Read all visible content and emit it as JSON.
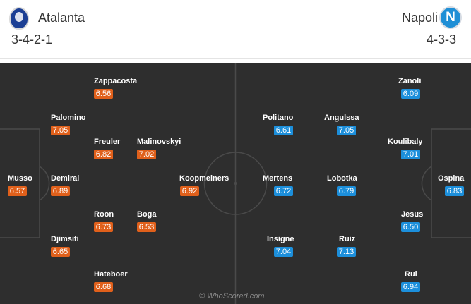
{
  "home": {
    "name": "Atalanta",
    "formation": "3-4-2-1",
    "crest_icon": "atalanta-crest-icon",
    "color": "#e0601b",
    "players": [
      {
        "name": "Musso",
        "rating": "6.57"
      },
      {
        "name": "Palomino",
        "rating": "7.05"
      },
      {
        "name": "Demiral",
        "rating": "6.89"
      },
      {
        "name": "Djimsiti",
        "rating": "6.65"
      },
      {
        "name": "Zappacosta",
        "rating": "6.56"
      },
      {
        "name": "Freuler",
        "rating": "6.82"
      },
      {
        "name": "Roon",
        "rating": "6.73"
      },
      {
        "name": "Hateboer",
        "rating": "6.68"
      },
      {
        "name": "Malinovskyi",
        "rating": "7.02"
      },
      {
        "name": "Boga",
        "rating": "6.53"
      },
      {
        "name": "Koopmeiners",
        "rating": "6.92"
      }
    ]
  },
  "away": {
    "name": "Napoli",
    "formation": "4-3-3",
    "crest_icon": "napoli-crest-icon",
    "crest_letter": "N",
    "color": "#1c8fdb",
    "players": [
      {
        "name": "Politano",
        "rating": "6.61"
      },
      {
        "name": "Mertens",
        "rating": "6.72"
      },
      {
        "name": "Insigne",
        "rating": "7.04"
      },
      {
        "name": "Angulssa",
        "rating": "7.05"
      },
      {
        "name": "Lobotka",
        "rating": "6.79"
      },
      {
        "name": "Ruiz",
        "rating": "7.13"
      },
      {
        "name": "Zanoli",
        "rating": "6.09"
      },
      {
        "name": "Koulibaly",
        "rating": "7.01"
      },
      {
        "name": "Jesus",
        "rating": "6.50"
      },
      {
        "name": "Rui",
        "rating": "6.94"
      },
      {
        "name": "Ospina",
        "rating": "6.83"
      }
    ]
  },
  "watermark": "© WhoScored.com"
}
